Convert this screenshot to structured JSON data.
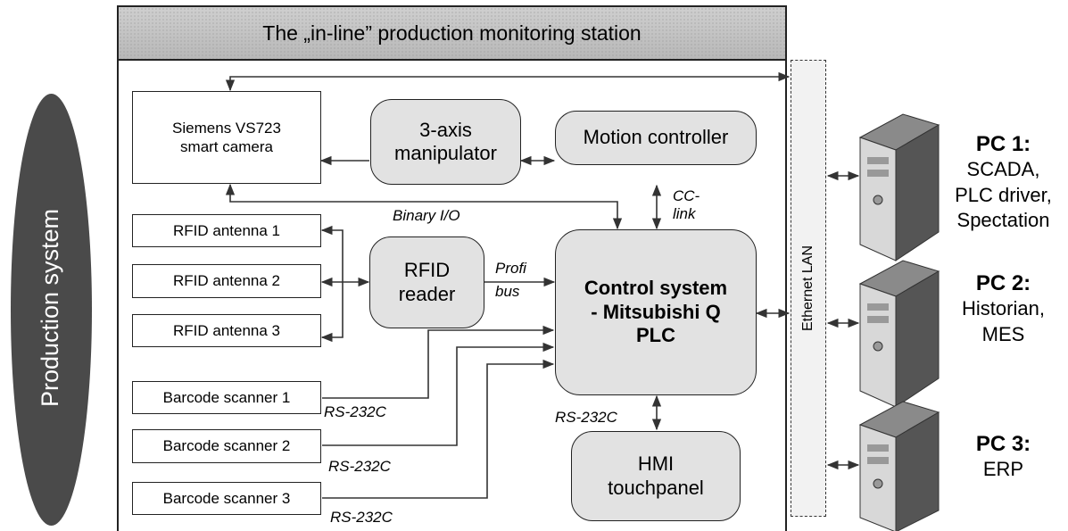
{
  "station_title": "The „in-line” production monitoring station",
  "production_system": "Production system",
  "ethernet": "Ethernet LAN",
  "camera": {
    "line1": "Siemens VS723",
    "line2": "smart camera"
  },
  "manipulator": {
    "line1": "3-axis",
    "line2": "manipulator"
  },
  "motion_controller": "Motion controller",
  "antennas": [
    "RFID antenna 1",
    "RFID antenna 2",
    "RFID antenna 3"
  ],
  "rfid_reader": {
    "line1": "RFID",
    "line2": "reader"
  },
  "plc": {
    "line1": "Control system",
    "line2": "- Mitsubishi Q",
    "line3": "PLC"
  },
  "scanners": [
    "Barcode scanner 1",
    "Barcode scanner 2",
    "Barcode scanner 3"
  ],
  "hmi": {
    "line1": "HMI",
    "line2": "touchpanel"
  },
  "labels": {
    "binary_io": "Binary I/O",
    "cc": "CC-",
    "link": "link",
    "profi": "Profi",
    "bus": "bus",
    "rs232_hmi": "RS-232C",
    "rs232_1": "RS-232C",
    "rs232_2": "RS-232C",
    "rs232_3": "RS-232C"
  },
  "pcs": [
    {
      "title": "PC 1:",
      "lines": [
        "SCADA,",
        "PLC driver,",
        "Spectation"
      ]
    },
    {
      "title": "PC 2:",
      "lines": [
        "Historian,",
        "MES"
      ]
    },
    {
      "title": "PC 3:",
      "lines": [
        "ERP"
      ]
    }
  ]
}
